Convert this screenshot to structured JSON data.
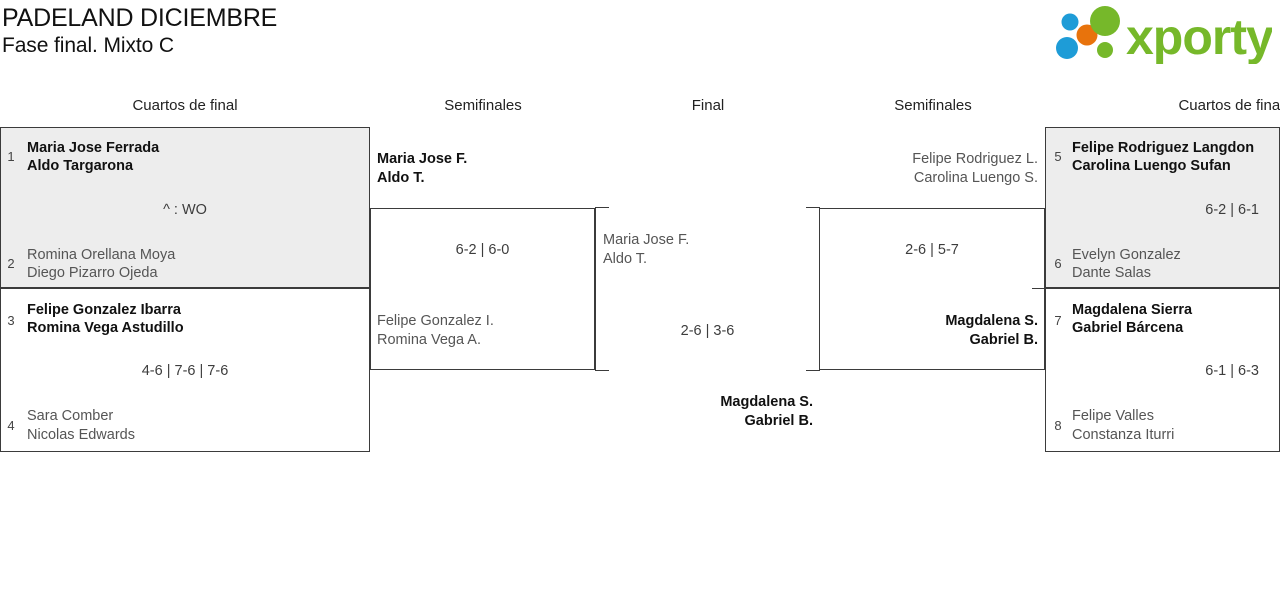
{
  "header": {
    "title": "PADELAND DICIEMBRE",
    "subtitle": "Fase final. Mixto C",
    "logo_text": "xporty",
    "logo_colors": {
      "green": "#76b82a",
      "blue": "#1e9cd7",
      "orange": "#e8730c"
    }
  },
  "rounds": [
    {
      "id": "qf-left",
      "label": "Cuartos de final"
    },
    {
      "id": "sf-left",
      "label": "Semifinales"
    },
    {
      "id": "final",
      "label": "Final"
    },
    {
      "id": "sf-right",
      "label": "Semifinales"
    },
    {
      "id": "qf-right",
      "label": "Cuartos de final"
    }
  ],
  "matches": {
    "qf1": {
      "shaded": true,
      "top": {
        "seed": "1",
        "p1": "Maria Jose Ferrada",
        "p2": "Aldo Targarona",
        "result": "winner"
      },
      "bottom": {
        "seed": "2",
        "p1": "Romina Orellana Moya",
        "p2": "Diego Pizarro Ojeda",
        "result": "loser"
      },
      "score": "^ : WO"
    },
    "qf2": {
      "shaded": false,
      "top": {
        "seed": "3",
        "p1": "Felipe Gonzalez Ibarra",
        "p2": "Romina Vega Astudillo",
        "result": "winner"
      },
      "bottom": {
        "seed": "4",
        "p1": "Sara Comber",
        "p2": "Nicolas Edwards",
        "result": "loser"
      },
      "score": "4-6 | 7-6 | 7-6"
    },
    "sf_left": {
      "top": {
        "p1": "Maria Jose F.",
        "p2": "Aldo T.",
        "result": "winner"
      },
      "bottom": {
        "p1": "Felipe Gonzalez I.",
        "p2": "Romina Vega A.",
        "result": "loser"
      },
      "score": "6-2 | 6-0"
    },
    "final": {
      "top": {
        "p1": "Maria Jose F.",
        "p2": "Aldo T.",
        "result": "loser"
      },
      "bottom": {
        "p1": "Magdalena S.",
        "p2": "Gabriel B.",
        "result": "winner"
      },
      "score": "2-6 | 3-6"
    },
    "sf_right": {
      "top": {
        "p1": "Felipe Rodriguez L.",
        "p2": "Carolina Luengo S.",
        "result": "loser"
      },
      "bottom": {
        "p1": "Magdalena S.",
        "p2": "Gabriel B.",
        "result": "winner"
      },
      "score": "2-6 | 5-7"
    },
    "qf3": {
      "shaded": true,
      "top": {
        "seed": "5",
        "p1": "Felipe Rodriguez Langdon",
        "p2": "Carolina Luengo Sufan",
        "result": "winner"
      },
      "bottom": {
        "seed": "6",
        "p1": "Evelyn Gonzalez",
        "p2": "Dante Salas",
        "result": "loser"
      },
      "score": "6-2 | 6-1"
    },
    "qf4": {
      "shaded": false,
      "top": {
        "seed": "7",
        "p1": "Magdalena Sierra",
        "p2": "Gabriel Bárcena",
        "result": "winner"
      },
      "bottom": {
        "seed": "8",
        "p1": "Felipe Valles",
        "p2": "Constanza Iturri",
        "result": "loser"
      },
      "score": "6-1 | 6-3"
    }
  }
}
